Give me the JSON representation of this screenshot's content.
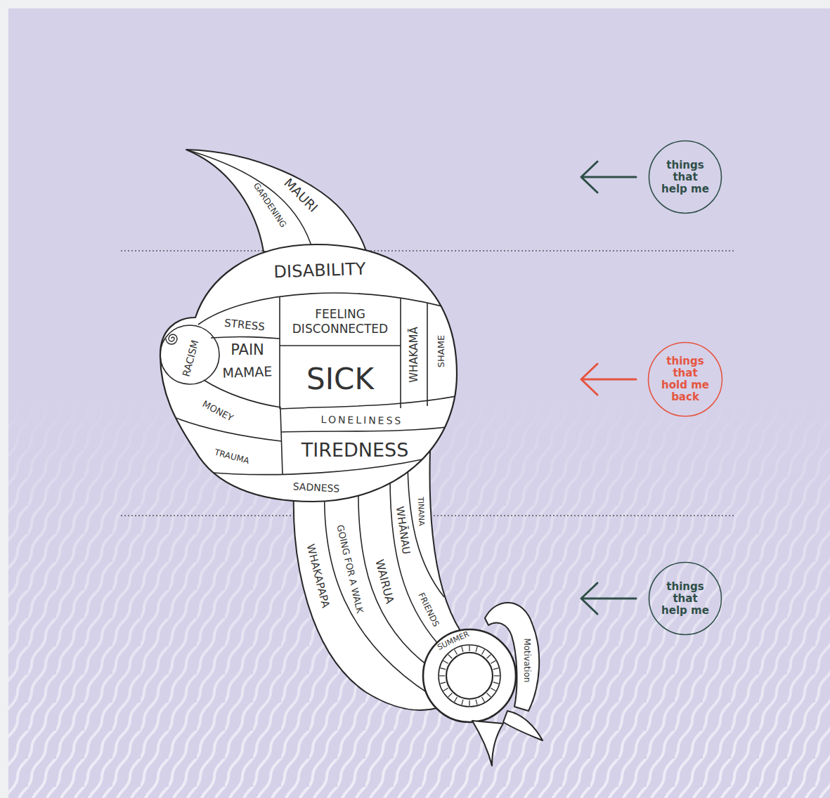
{
  "diagram": {
    "nodes": [
      {
        "text": [
          "things that help me"
        ]
      },
      {
        "text": [
          "things that hold me back"
        ]
      },
      {
        "text": [
          "things that help me"
        ]
      }
    ],
    "labels": [
      "MAURI",
      "GARDENING",
      "DISABILITY",
      "STRESS",
      "FEELING DISCONNECTED",
      "WHAKAMĀ",
      "SHAME",
      "RACISM",
      "PAIN",
      "MAMAE",
      "SICK",
      "MONEY",
      "LONELINESS",
      "TRAUMA",
      "TIREDNESS",
      "SADNESS",
      "WHAKAPAPA",
      "GOING FOR A WALK",
      "WAIRUA",
      "WHĀNAU",
      "TINANA",
      "FRIENDS",
      "SUMMER",
      "Motivation"
    ]
  }
}
